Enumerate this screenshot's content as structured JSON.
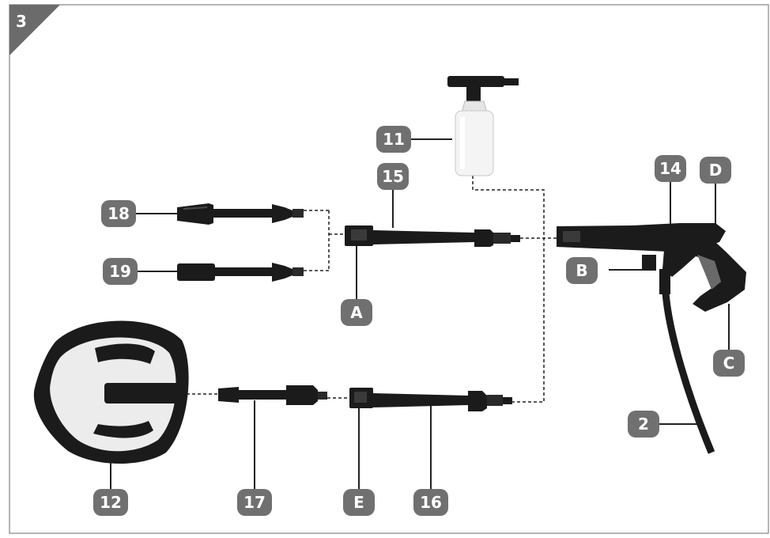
{
  "figure": {
    "number": "3"
  },
  "colors": {
    "badge": "#707070",
    "tool": "#1b1b1b",
    "tool_highlight": "#4a4a4a",
    "brush_face": "#ececec",
    "frame": "#6b6b6b",
    "container": "#f4f4f4"
  },
  "labels": {
    "trigger_gun": "14",
    "trigger": "D",
    "lock_button": "B",
    "hose_connector": "C",
    "hose": "2",
    "lance": "15",
    "lance_coupling": "A",
    "detergent_bottle": "11",
    "nozzle_18": "18",
    "nozzle_19": "19",
    "surface_cleaner": "12",
    "adapter": "17",
    "extension_lance": "16",
    "extension_coupling": "E"
  }
}
